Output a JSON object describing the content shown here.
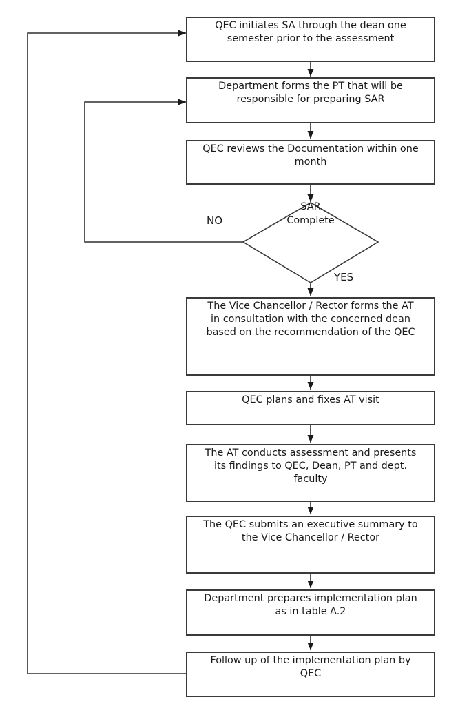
{
  "diagram": {
    "title": "QEC Self Assessment Process Flowchart",
    "colors": {
      "background": "#ffffff",
      "box_border": "#3a3a3a",
      "line": "#2f2f2f",
      "text": "#1a1a1a"
    },
    "nodes": [
      {
        "id": "initiate-sa",
        "text": "QEC initiates SA through the dean one\nsemester prior to the assessment"
      },
      {
        "id": "form-pt",
        "text": "Department forms the PT that will be\nresponsible for preparing SAR"
      },
      {
        "id": "review-docs",
        "text": "QEC reviews the Documentation within one\nmonth"
      },
      {
        "id": "vc-forms-at",
        "text": "The Vice Chancellor / Rector forms the AT\nin consultation with the concerned dean\nbased on the recommendation of the QEC"
      },
      {
        "id": "plan-visit",
        "text": "QEC plans and fixes AT visit"
      },
      {
        "id": "at-assessment",
        "text": "The AT conducts assessment and presents\nits findings to QEC, Dean, PT and dept.\nfaculty"
      },
      {
        "id": "exec-summary",
        "text": "The QEC submits an executive summary to\nthe Vice Chancellor / Rector"
      },
      {
        "id": "implementation-plan",
        "text": "Department prepares implementation plan\nas in table A.2"
      },
      {
        "id": "follow-up",
        "text": "Follow up of the implementation plan by\nQEC"
      }
    ],
    "decision": {
      "text": "SAR\nComplete",
      "no_label": "NO",
      "yes_label": "YES"
    }
  }
}
